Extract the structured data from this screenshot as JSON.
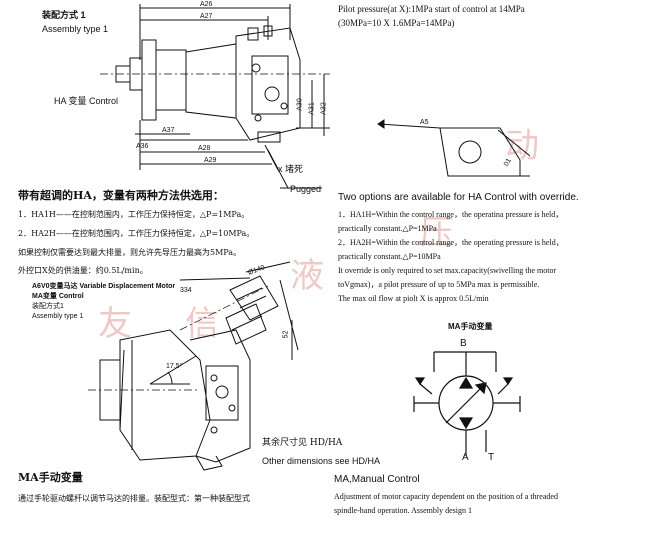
{
  "top_left": {
    "title_cn": "装配方式 1",
    "title_en": "Assembly type 1",
    "control_label": "HA 变量 Control",
    "dims": [
      "A26",
      "A27",
      "A36",
      "A37",
      "A28",
      "A29",
      "A30",
      "A31",
      "A32"
    ],
    "callout_x": "x 堵死",
    "callout_pugged": "Pugged"
  },
  "top_right": {
    "pilot_line1": "Pilot pressure(at X):1MPa start of control at 14MPa",
    "pilot_line2": "(30MPa=10 X 1.6MPa=14MPa)",
    "dim_a5": "A5",
    "dim_01": "01"
  },
  "left_cn": {
    "heading": "带有超调的HA，变量有两种方法供选用：",
    "line1": "1．HA1H——在控制范围内，工作压力保持恒定，△P=1MPa。",
    "line2": "2．HA2H——在控制范围内，工作压力保持恒定，△P=10MPa。",
    "line3": "如果控制仅需要达到最大排量，则允许先导压力最高为5MPa。",
    "line4": "外控口X处的供油量：约0.5L/min。"
  },
  "right_en": {
    "heading": "Two options are available for HA Control with override.",
    "line1": "1．HA1H=Within the control range，the operatina pressure is held，",
    "line2": "practically constant.△P=1MPa",
    "line3": "2．HA2H=Within the control range，the operating pressure is held，",
    "line4": "practically constant.△P=10MPa",
    "line5": "It override is only required to set max.capacity(swivelling the motor",
    "line6": "toVgmax)，a pilot pressure of up to 5MPa max is permissible.",
    "line7": "The max oil flow at piolt X is approx 0.5L/min"
  },
  "mid_left": {
    "line1": "A6V0变量马达 Variable Displacement Motor",
    "line2": "MA变量 Control",
    "line3": "装配方式1",
    "line4": "Assembly type 1",
    "dim_140": "Ø140",
    "dim_334": "334",
    "dim_52": "52",
    "dim_175": "17.5°"
  },
  "schematic": {
    "title": "MA手动变量",
    "port_b": "B",
    "port_a": "A",
    "port_t": "T"
  },
  "other_dims": {
    "line1": "其余尺寸见 HD/HA",
    "line2": "Other dimensions see HD/HA"
  },
  "bottom_left": {
    "heading": "MA手动变量",
    "text": "通过手轮驱动螺杆以调节马达的排量。装配型式：第一种装配型式"
  },
  "bottom_right": {
    "heading": "MA,Manual Control",
    "line1": "Adjustment of motor capacity dependent on the position of a threaded",
    "line2": "spindle-hand operation. Assembly design 1"
  },
  "watermark": [
    "友",
    "信",
    "液",
    "压",
    "动"
  ]
}
